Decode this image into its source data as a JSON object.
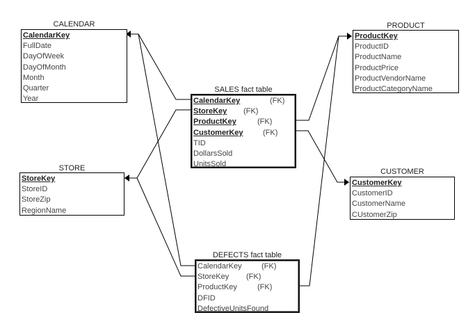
{
  "tables": {
    "calendar": {
      "title": "CALENDAR",
      "fields": [
        {
          "name": "CalendarKey",
          "key": true
        },
        {
          "name": "FullDate"
        },
        {
          "name": "DayOfWeek"
        },
        {
          "name": "DayOfMonth"
        },
        {
          "name": "Month"
        },
        {
          "name": "Quarter"
        },
        {
          "name": "Year"
        }
      ]
    },
    "product": {
      "title": "PRODUCT",
      "fields": [
        {
          "name": "ProductKey",
          "key": true
        },
        {
          "name": "ProductID"
        },
        {
          "name": "ProductName"
        },
        {
          "name": "ProductPrice"
        },
        {
          "name": "ProductVendorName"
        },
        {
          "name": "ProductCategoryName"
        }
      ]
    },
    "sales": {
      "title": "SALES fact table",
      "fields": [
        {
          "name": "CalendarKey",
          "key": true,
          "fk": "(FK)"
        },
        {
          "name": "StoreKey",
          "key": true,
          "fk": "(FK)"
        },
        {
          "name": "ProductKey",
          "key": true,
          "fk": "(FK)"
        },
        {
          "name": "CustomerKey",
          "key": true,
          "fk": "(FK)"
        },
        {
          "name": "TID"
        },
        {
          "name": "DollarsSold"
        },
        {
          "name": "UnitsSold"
        }
      ]
    },
    "store": {
      "title": "STORE",
      "fields": [
        {
          "name": "StoreKey",
          "key": true
        },
        {
          "name": "StoreID"
        },
        {
          "name": "StoreZip"
        },
        {
          "name": "RegionName"
        }
      ]
    },
    "customer": {
      "title": "CUSTOMER",
      "fields": [
        {
          "name": "CustomerKey",
          "key": true
        },
        {
          "name": "CustomerID"
        },
        {
          "name": "CustomerName"
        },
        {
          "name": "CUstomerZip"
        }
      ]
    },
    "defects": {
      "title": "DEFECTS fact table",
      "fields": [
        {
          "name": "CalendarKey",
          "fk": "(FK)"
        },
        {
          "name": "StoreKey",
          "fk": "(FK)"
        },
        {
          "name": "ProductKey",
          "fk": "(FK)"
        },
        {
          "name": "DFID"
        },
        {
          "name": "DefectiveUnitsFound"
        }
      ]
    }
  }
}
